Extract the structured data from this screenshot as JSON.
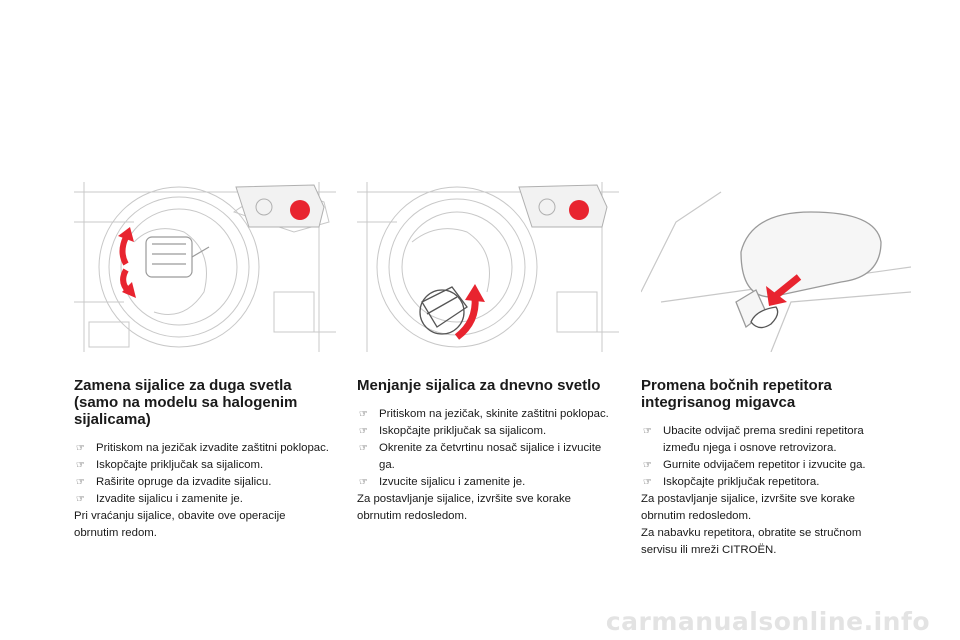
{
  "sections": [
    {
      "title": "Zamena sijalice za duga svetla (samo na modelu sa halogenim sijalicama)",
      "steps": [
        "Pritiskom na jezičak izvadite zaštitni poklopac.",
        "Iskopčajte priključak sa sijalicom.",
        "Raširite opruge da izvadite sijalicu.",
        "Izvadite sijalicu i zamenite je."
      ],
      "notes": [
        "Pri vraćanju sijalice, obavite ove operacije obrnutim redom."
      ]
    },
    {
      "title": "Menjanje sijalica za dnevno svetlo",
      "steps": [
        "Pritiskom na jezičak, skinite zaštitni poklopac.",
        "Iskopčajte priključak sa sijalicom.",
        "Okrenite za četvrtinu nosač sijalice i izvucite ga.",
        "Izvucite sijalicu i zamenite je."
      ],
      "notes": [
        "Za postavljanje sijalice, izvršite sve korake obrnutim redosledom."
      ]
    },
    {
      "title": "Promena bočnih repetitora integrisanog migavca",
      "steps": [
        "Ubacite odvijač prema sredini repetitora između njega i osnove retrovizora.",
        "Gurnite odvijačem repetitor i izvucite ga.",
        "Iskopčajte priključak repetitora."
      ],
      "notes": [
        "Za postavljanje sijalice, izvršite sve korake obrnutim redosledom.",
        "Za nabavku repetitora, obratite se stručnom servisu ili mreži CITROËN."
      ]
    }
  ],
  "bullet_icon": "pointing-hand-icon",
  "accent_color": "#e8242f",
  "watermark": "carmanualsonline.info"
}
